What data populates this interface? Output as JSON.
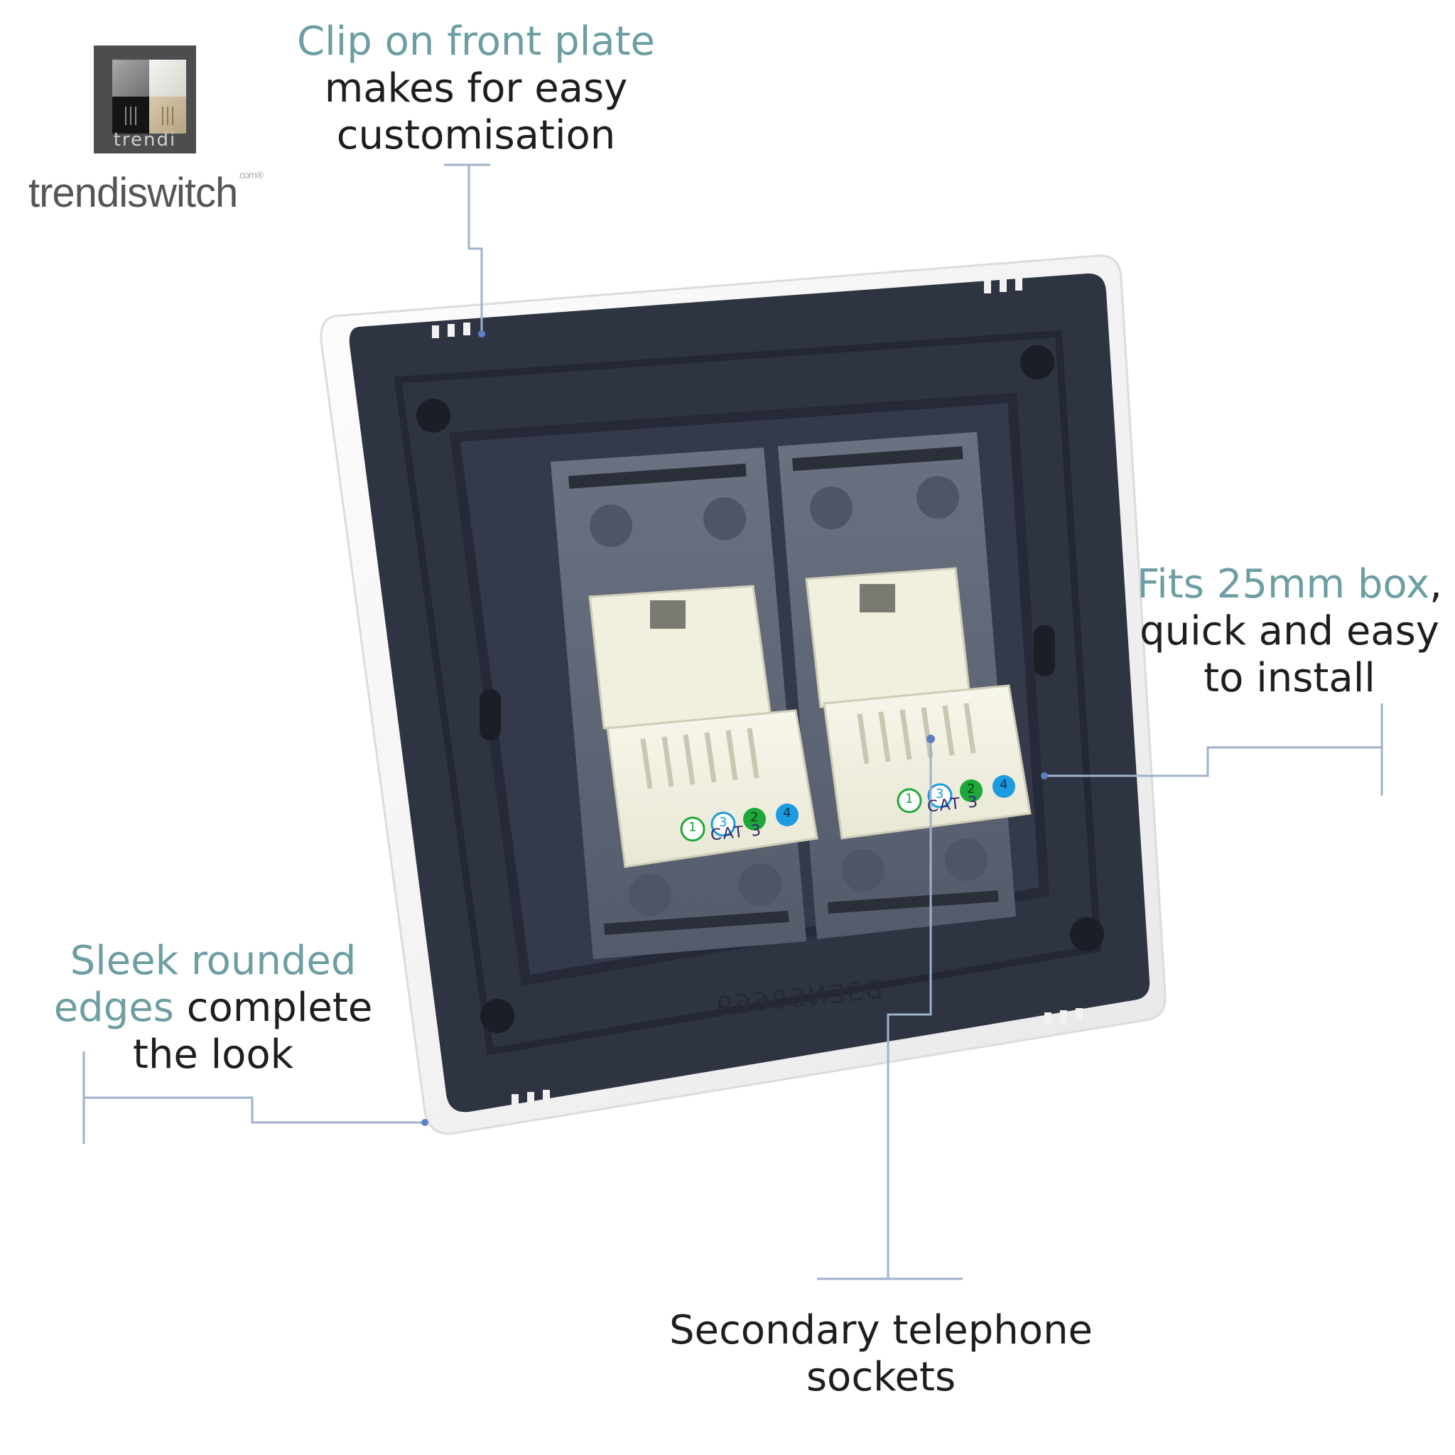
{
  "logo": {
    "mark_word": "trendi",
    "brand_name": "trendiswitch",
    "brand_suffix": ".com®",
    "colors": {
      "mark_bg": "#4d4d50",
      "quad_silver": "#9b9b9d",
      "quad_white": "#efefeb",
      "quad_black": "#141414",
      "quad_beige": "#cbbb9c"
    }
  },
  "callouts": {
    "clip": {
      "accent": "Clip on front plate",
      "line2": "makes for easy",
      "line3": "customisation"
    },
    "fits": {
      "accent": "Fits 25mm box",
      "tail": ",",
      "line2": "quick and easy",
      "line3": "to install"
    },
    "sleek": {
      "accent1": "Sleek rounded",
      "accent2": "edges",
      "tail2": " complete",
      "line3": "the look"
    },
    "secondary": {
      "line1": "Secondary telephone",
      "line2": "sockets"
    }
  },
  "product": {
    "jack_left": {
      "pins": [
        "1",
        "3",
        "2",
        "4"
      ],
      "label": "CAT 3"
    },
    "jack_right": {
      "pins": [
        "1",
        "3",
        "2",
        "4"
      ],
      "label": "CAT 3"
    },
    "embossed_code": "BSEN60669"
  },
  "colors": {
    "accent_teal": "#6c9ea2",
    "callout_line": "#9fb2cc",
    "backplate": "#2f3443",
    "module": "#5d6575",
    "pin_green": "#1fa83a",
    "pin_blue": "#1c9be0"
  }
}
